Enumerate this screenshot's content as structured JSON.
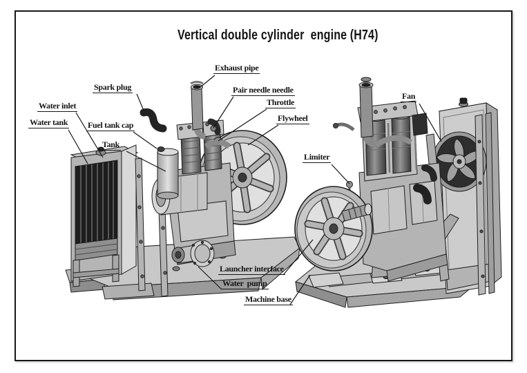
{
  "title": "Vertical double cylinder  engine (H74)",
  "callouts": {
    "water_inlet": "Water inlet",
    "water_tank": "Water tank",
    "spark_plug": "Spark plug",
    "fuel_tank_cap": "Fuel tank cap",
    "tank": "Tank",
    "exhaust_pipe": "Exhaust pipe",
    "pair_needle_needle": "Pair needle needle",
    "throttle": "Throttle",
    "flywheel": "Flywheel",
    "fan": "Fan",
    "limiter": "Limiter",
    "launcher_interface": "Launcher interface",
    "water_pump": "Water  pump",
    "machine_base": "Machine base"
  },
  "colors": {
    "ink": "#1a1a1a",
    "paper": "#ffffff",
    "metal_light": "#d9d9d9",
    "metal_mid": "#bdbdbd",
    "metal_dark": "#8f8f8f",
    "radiator_fins": "#1d1d1d"
  }
}
